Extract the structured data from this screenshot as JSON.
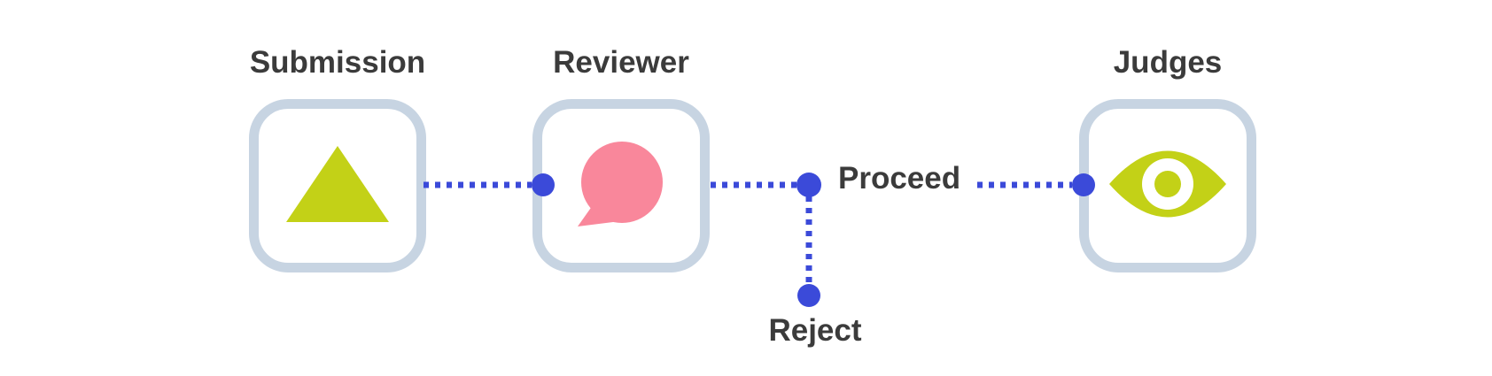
{
  "nodes": [
    {
      "label": "Submission",
      "icon": "triangle-icon"
    },
    {
      "label": "Reviewer",
      "icon": "speech-bubble-icon"
    },
    {
      "label": "Judges",
      "icon": "eye-icon"
    }
  ],
  "edge_labels": {
    "proceed": "Proceed",
    "reject": "Reject"
  },
  "edges": [
    {
      "from": "Submission",
      "to": "Reviewer",
      "style": "dotted"
    },
    {
      "from": "Reviewer",
      "to": "Judges",
      "label": "Proceed",
      "style": "dotted"
    },
    {
      "from": "Reviewer",
      "to": "Reject",
      "label": "Reject",
      "style": "dotted"
    }
  ],
  "colors": {
    "background": "#ffffff",
    "connector_blue": "#3b4ad9",
    "node_border": "#c7d4e2",
    "node_fill": "#ffffff",
    "triangle_green": "#c3d117",
    "bubble_pink": "#f9879b",
    "eye_green": "#c3d117",
    "label_text": "#3b3b3b"
  }
}
